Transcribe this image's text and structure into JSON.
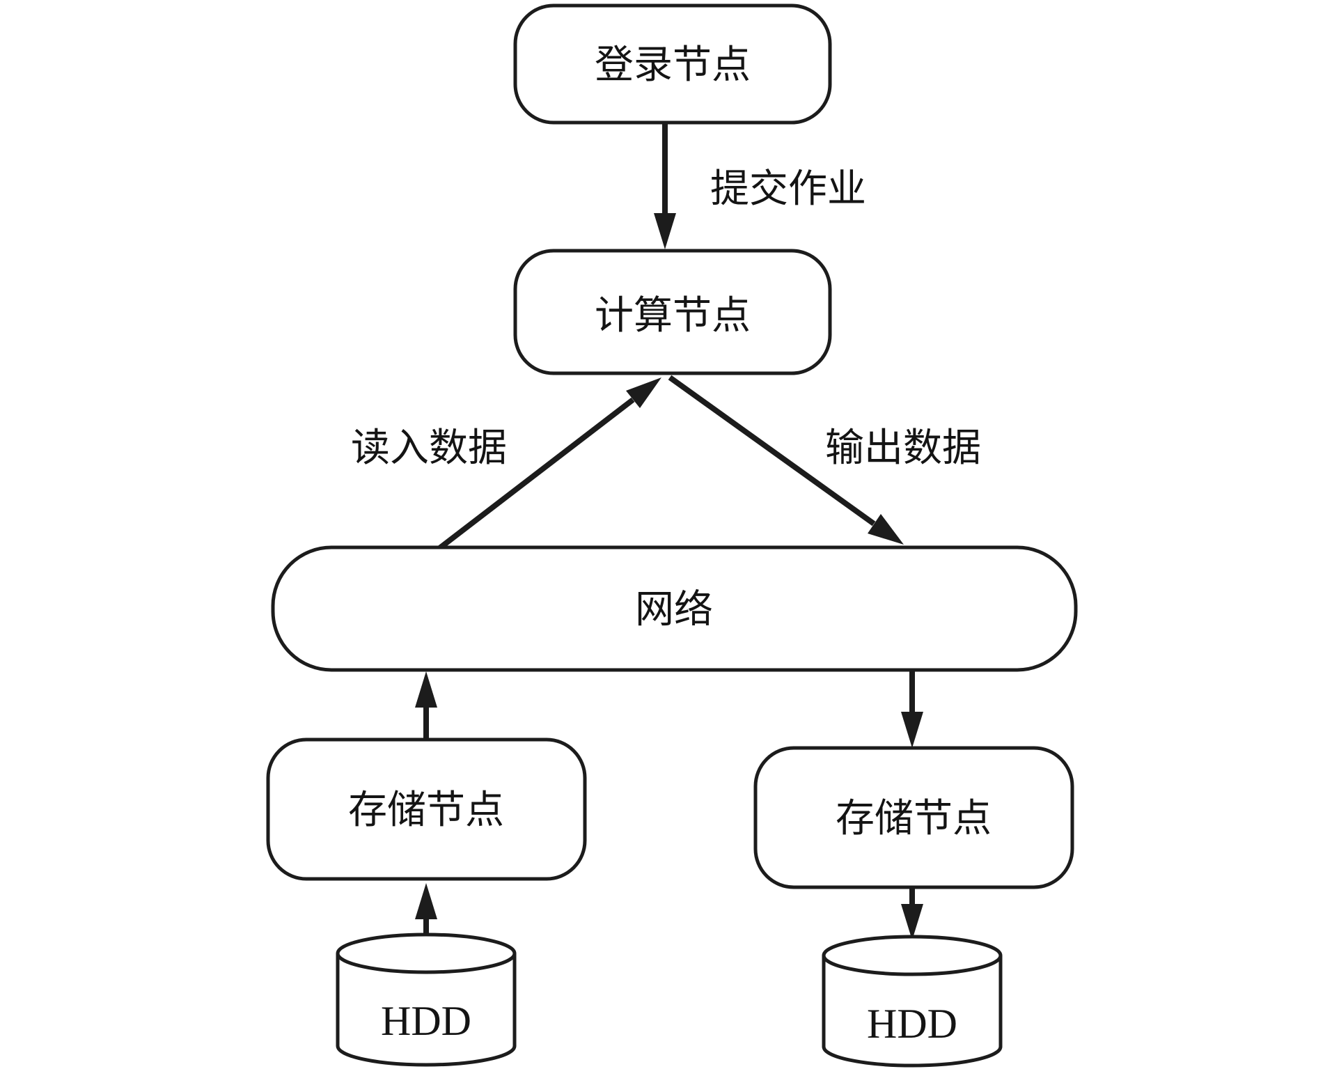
{
  "nodes": {
    "login": "登录节点",
    "compute": "计算节点",
    "network": "网络",
    "storage_left": "存储节点",
    "storage_right": "存储节点",
    "hdd_left": "HDD",
    "hdd_right": "HDD"
  },
  "edges": {
    "submit_job": "提交作业",
    "read_in_data": "读入数据",
    "output_data": "输出数据"
  },
  "colors": {
    "line": "#1c1c1c",
    "node_fill": "#ffffff",
    "text": "#141414",
    "background": "#ffffff"
  }
}
